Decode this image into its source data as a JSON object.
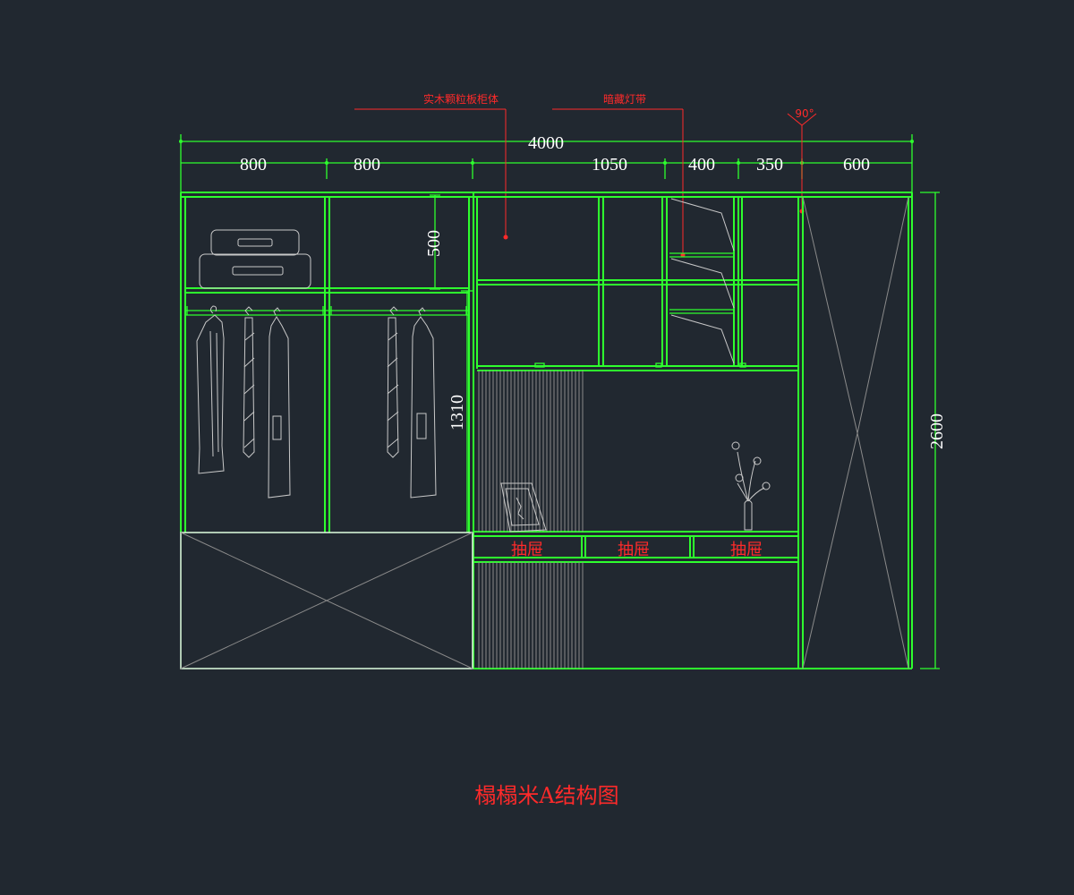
{
  "dimensions": {
    "total": "4000",
    "segments": [
      "800",
      "800",
      "1050",
      "400",
      "350",
      "600"
    ],
    "upper_height": "500",
    "hanging_height": "1310",
    "total_height": "2600"
  },
  "callouts": {
    "cabinet_material": "实木颗粒板柜体",
    "hidden_light_strip": "暗藏灯带",
    "angle": "90°"
  },
  "drawers": [
    "抽屉",
    "抽屉",
    "抽屉"
  ],
  "title": "榻榻米A结构图",
  "colors": {
    "background": "#212830",
    "outline": "#2eff2e",
    "annotation": "#ff2a2a",
    "dimension_text": "#ffffff"
  }
}
